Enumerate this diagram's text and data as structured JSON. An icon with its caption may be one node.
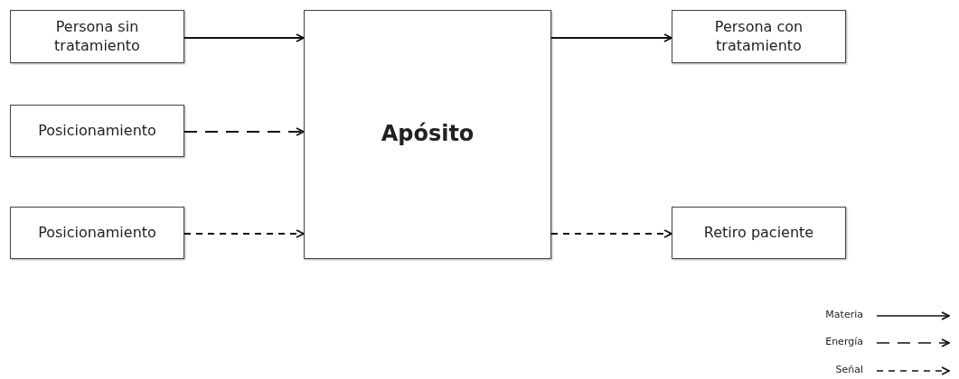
{
  "diagram": {
    "nodes": [
      {
        "text": [
          "Persona sin tratamiento"
        ]
      },
      {
        "text": [
          "Posicionamiento"
        ]
      },
      {
        "text": [
          "Posicionamiento"
        ]
      },
      {
        "text": [
          "Apósito"
        ]
      },
      {
        "text": [
          "Persona con tratamiento"
        ]
      },
      {
        "text": [
          "Retiro paciente"
        ]
      }
    ],
    "edges": [
      {
        "from": 0,
        "to": 3,
        "arrow": "to"
      },
      {
        "from": 1,
        "to": 3,
        "arrow": "to",
        "style": "dashed"
      },
      {
        "from": 2,
        "to": 3,
        "arrow": "to",
        "style": "dashed"
      },
      {
        "from": 3,
        "to": 4,
        "arrow": "to"
      },
      {
        "from": 3,
        "to": 5,
        "arrow": "to",
        "style": "dashed"
      }
    ],
    "legend": [
      {
        "text": "Materia"
      },
      {
        "text": "Energía"
      },
      {
        "text": "Señal"
      }
    ]
  }
}
